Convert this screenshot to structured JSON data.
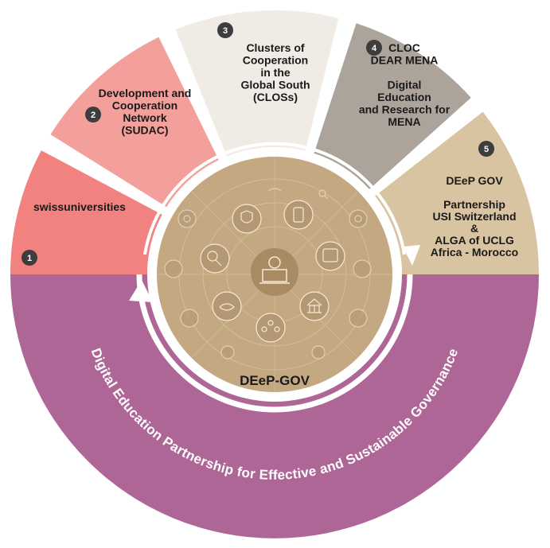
{
  "diagram": {
    "segments": [
      {
        "number": "1",
        "lines": [
          "swissuniversities"
        ]
      },
      {
        "number": "2",
        "lines": [
          "Development and",
          "Cooperation",
          "Network",
          "(SUDAC)"
        ]
      },
      {
        "number": "3",
        "lines": [
          "Clusters of",
          "Cooperation",
          "in the",
          "Global South",
          "(CLOSs)"
        ]
      },
      {
        "number": "4",
        "lines": [
          "CLOC",
          "DEAR MENA",
          "",
          "Digital",
          "Education",
          "and Research for",
          "MENA"
        ]
      },
      {
        "number": "5",
        "lines": [
          "DEeP GOV",
          "",
          "Partnership",
          "USI Switzerland",
          "&",
          "ALGA of UCLG",
          "Africa - Morocco"
        ]
      }
    ],
    "arc_title": "Digital Education Partnership for Effective and  Sustainable Governance",
    "center_title": "DEeP-GOV",
    "colors": {
      "seg1": "#f28280",
      "seg2": "#f3a09c",
      "seg3": "#f0ece5",
      "seg4": "#aca49b",
      "seg5": "#d9c4a1",
      "purple": "#ae6697",
      "inner": "#c3a882",
      "num_circle": "#3d3d3d"
    },
    "icons": [
      "laptop-icon",
      "magnifier-icon",
      "handshake-icon",
      "building-icon",
      "people-network-icon",
      "mobile-icon",
      "shield-icon",
      "tablet-icon",
      "gear-icon",
      "hand-icon"
    ]
  }
}
